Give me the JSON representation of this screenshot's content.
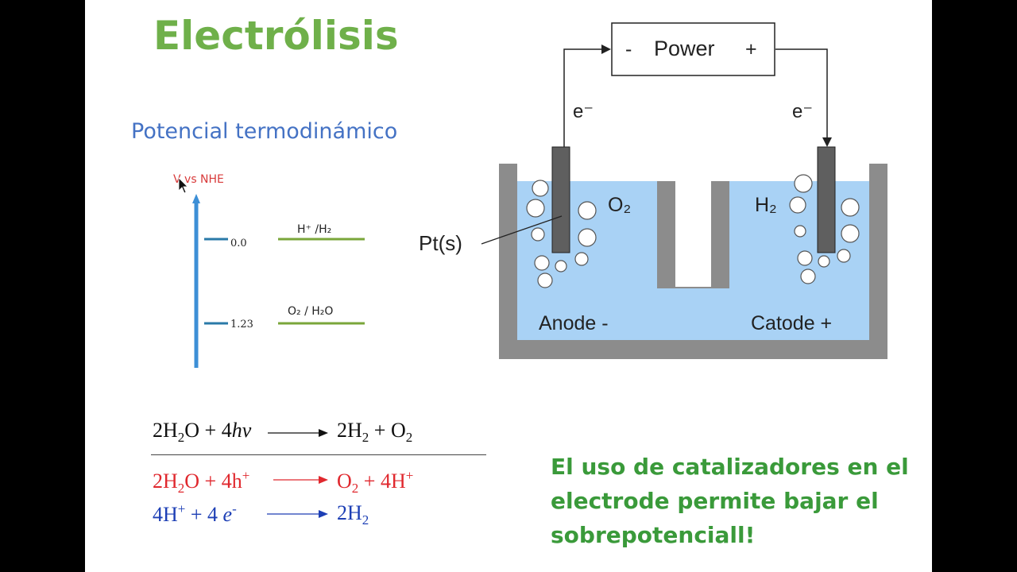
{
  "slide": {
    "title": "Electrólisis",
    "subtitle": "Potencial termodinámico",
    "note": "El uso de catalizadores en el electrode permite bajar el sobrepotenciall!"
  },
  "potential_scale": {
    "axis_label": "V vs NHE",
    "levels": [
      {
        "value": "0.0",
        "couple": "H⁺ /H₂"
      },
      {
        "value": "1.23",
        "couple": "O₂ / H₂O"
      }
    ]
  },
  "cell_diagram": {
    "power_label": "Power",
    "power_minus": "-",
    "power_plus": "+",
    "electron_left": "e⁻",
    "electron_right": "e⁻",
    "gas_left": "O₂",
    "gas_right": "H₂",
    "electrode_material": "Pt(s)",
    "anode_label": "Anode -",
    "cathode_label": "Catode +"
  },
  "equations": {
    "overall": {
      "left": [
        "2H",
        "2",
        "O + 4",
        "hν"
      ],
      "right": [
        "2H",
        "2",
        " + O",
        "2"
      ]
    },
    "oxidation": {
      "left": [
        "2H",
        "2",
        "O + 4h",
        "+"
      ],
      "right": [
        "O",
        "2",
        " + 4H",
        "+"
      ]
    },
    "reduction": {
      "left": [
        "4H",
        "+",
        " + 4 ",
        "e",
        "-"
      ],
      "right": [
        "2H",
        "2"
      ]
    }
  },
  "colors": {
    "title": "#6fb04a",
    "subtitle": "#4472c4",
    "note": "#3a9a3a",
    "electrolyte": "#a9d2f5",
    "vessel": "#8c8c8c",
    "electrode": "#5f5f5f",
    "scale_axis": "#3d8fd6",
    "level_line": "#7aa63a",
    "oxidation": "#e0282e",
    "reduction": "#1d3fb5"
  }
}
